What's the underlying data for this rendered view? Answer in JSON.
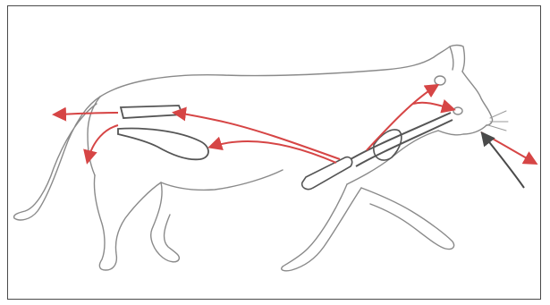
{
  "colors": {
    "background": "#ffffff",
    "frame": "#4a4a4a",
    "outline": "#8a8a8a",
    "tract": "#555555",
    "arrow": "#d64545",
    "incoming_arrow": "#4a4a4a"
  },
  "diagram": {
    "subject": "cat",
    "arrows": [
      {
        "name": "to-tail-upper",
        "direction": "left"
      },
      {
        "name": "to-rump",
        "direction": "left"
      },
      {
        "name": "to-abdomen",
        "direction": "left"
      },
      {
        "name": "to-hind-leg",
        "direction": "left-down"
      },
      {
        "name": "to-ear",
        "direction": "up"
      },
      {
        "name": "to-eye",
        "direction": "right"
      },
      {
        "name": "out-of-mouth",
        "direction": "right-down"
      },
      {
        "name": "into-mouth",
        "direction": "up-left"
      }
    ]
  }
}
